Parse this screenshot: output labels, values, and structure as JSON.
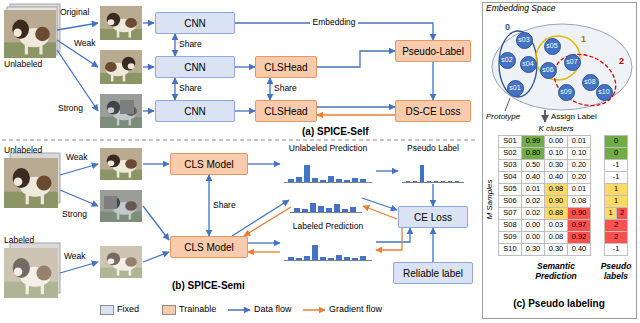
{
  "diagram": {
    "nodes": [
      {
        "text": [
          "CNN"
        ]
      },
      {
        "text": [
          "CNN"
        ]
      },
      {
        "text": [
          "CNN"
        ]
      },
      {
        "text": [
          "CLSHead"
        ]
      },
      {
        "text": [
          "CLSHead"
        ]
      },
      {
        "text": [
          "Pseudo-Label"
        ]
      },
      {
        "text": [
          "DS-CE Loss"
        ]
      },
      {
        "text": [
          "CLS Model"
        ]
      },
      {
        "text": [
          "CLS Model"
        ]
      },
      {
        "text": [
          "Unlabeled Prediction"
        ]
      },
      {
        "text": [
          "Pseudo Label"
        ]
      },
      {
        "text": [
          "Labeled Prediction"
        ]
      },
      {
        "text": [
          "CE Loss"
        ]
      },
      {
        "text": [
          "Reliable label"
        ]
      },
      {
        "text": [
          "s01"
        ]
      },
      {
        "text": [
          "s02"
        ]
      },
      {
        "text": [
          "s03"
        ]
      },
      {
        "text": [
          "s04"
        ]
      },
      {
        "text": [
          "s05"
        ]
      },
      {
        "text": [
          "s06"
        ]
      },
      {
        "text": [
          "s07"
        ]
      },
      {
        "text": [
          "s08"
        ]
      },
      {
        "text": [
          "s09"
        ]
      },
      {
        "text": [
          "s10"
        ]
      }
    ],
    "edges": [
      {
        "from": 0,
        "to": 5,
        "label": "Embedding",
        "arrow": "to"
      },
      {
        "from": 1,
        "to": 3,
        "arrow": "to"
      },
      {
        "from": 3,
        "to": 5,
        "arrow": "to"
      },
      {
        "from": 2,
        "to": 4,
        "arrow": "to"
      },
      {
        "from": 4,
        "to": 6,
        "arrow": "to"
      },
      {
        "from": 6,
        "to": 4,
        "arrow": "to"
      },
      {
        "from": 5,
        "to": 6,
        "arrow": "to"
      },
      {
        "from": 0,
        "to": 1,
        "label": "Share",
        "arrow": "both"
      },
      {
        "from": 1,
        "to": 2,
        "label": "Share",
        "arrow": "both"
      },
      {
        "from": 3,
        "to": 4,
        "label": "Share",
        "arrow": "both"
      },
      {
        "from": 7,
        "to": 9,
        "arrow": "to"
      },
      {
        "from": 9,
        "to": 10,
        "arrow": "to"
      },
      {
        "from": 10,
        "to": 12,
        "arrow": "to"
      },
      {
        "from": 7,
        "to": 8,
        "label": "Share",
        "arrow": "both"
      },
      {
        "from": 8,
        "to": 11,
        "arrow": "to"
      },
      {
        "from": 11,
        "to": 8,
        "arrow": "to"
      },
      {
        "from": 11,
        "to": 12,
        "arrow": "to"
      },
      {
        "from": 12,
        "to": 11,
        "arrow": "to"
      },
      {
        "from": 13,
        "to": 12,
        "arrow": "to"
      }
    ],
    "labels": [
      "Unlabeled",
      "Original",
      "Weak",
      "Strong",
      "(a) SPICE-Self",
      "Unlabeled",
      "Weak",
      "Strong",
      "Labeled",
      "Weak",
      "(b) SPICE-Semi",
      "Embedding Space",
      "0",
      "1",
      "2",
      "Prototype",
      "Assign Label",
      "K clusters",
      "M Samples",
      "S01",
      "0.99",
      "0.00",
      "0.01",
      "S02",
      "0.80",
      "0.10",
      "0.10",
      "S03",
      "0.50",
      "0.30",
      "0.20",
      "S04",
      "0.40",
      "0.40",
      "0.20",
      "S05",
      "0.01",
      "0.98",
      "0.01",
      "S06",
      "0.02",
      "0.90",
      "0.08",
      "S07",
      "0.02",
      "0.88",
      "0.90",
      "S08",
      "0.00",
      "0.03",
      "0.97",
      "S09",
      "0.00",
      "0.08",
      "0.92",
      "S10",
      "0.30",
      "0.30",
      "0.40",
      "0",
      "0",
      "-1",
      "-1",
      "1",
      "1",
      "1",
      "2",
      "2",
      "2",
      "-1",
      "Semantic Prediction",
      "Pseudo labels",
      "(c) Pseudo labeling"
    ],
    "legend": [
      {
        "text": "Fixed",
        "color": "#dae3f3"
      },
      {
        "text": "Trainable",
        "color": "#f8cbad"
      },
      {
        "text": "Data flow"
      },
      {
        "text": "Gradient flow"
      }
    ]
  }
}
